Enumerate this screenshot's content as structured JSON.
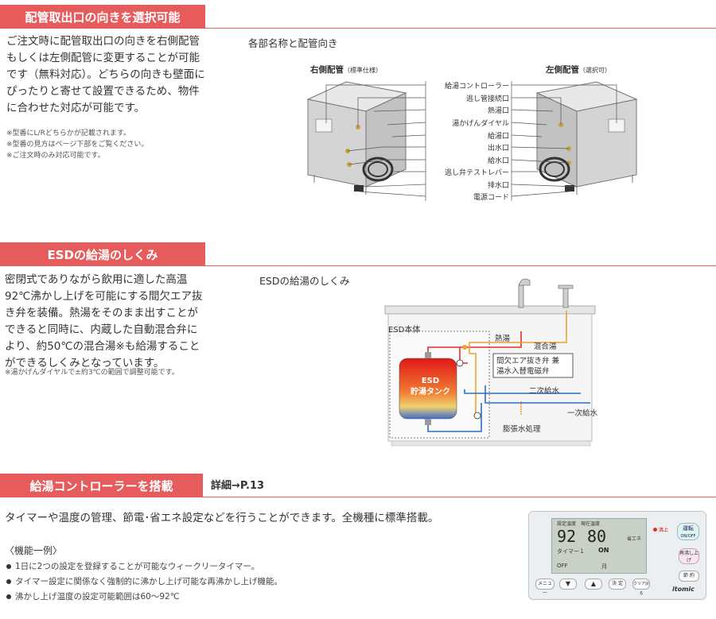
{
  "sections": {
    "piping": {
      "title": "配管取出口の向きを選択可能",
      "body": "ご注文時に配管取出口の向きを右側配管もしくは左側配管に変更することが可能です（無料対応）。どちらの向きも壁面にぴったりと寄せて設置できるため、物件に合わせた対応が可能です。",
      "notes": [
        "※型番にL/Rどちらかが記載されます。",
        "※型番の見方はページ下部をご覧ください。",
        "※ご注文時のみ対応可能です。"
      ],
      "diagram_title": "各部名称と配管向き",
      "right_label": "右側配管",
      "right_sub": "（標準仕様）",
      "left_label": "左側配管",
      "left_sub": "（選択可）",
      "parts": [
        "給湯コントローラー",
        "逃し管接続口",
        "熱湯口",
        "湯かげんダイヤル",
        "給湯口",
        "出水口",
        "給水口",
        "逃し弁テストレバー",
        "排水口",
        "電源コード"
      ]
    },
    "esd": {
      "title": "ESDの給湯のしくみ",
      "body": "密閉式でありながら飲用に適した高温92℃沸かし上げを可能にする間欠エア抜き弁を装備。熱湯をそのまま出すことができると同時に、内蔵した自動混合弁により、約50℃の混合湯※も給湯することができるしくみとなっています。",
      "note": "※湯かげんダイヤルで±約3℃の範囲で調整可能です。",
      "diagram_title": "ESDの給湯のしくみ",
      "body_label": "ESD本体",
      "tank_line1": "ESD",
      "tank_line2": "貯湯タンク",
      "hot": "熱湯",
      "mixed": "混合湯",
      "valve_line1": "間欠エア抜き弁 兼",
      "valve_line2": "湯水入替電磁弁",
      "secondary": "二次給水",
      "primary": "一次給水",
      "expansion": "膨張水処理"
    },
    "controller": {
      "title": "給湯コントローラーを搭載",
      "detail": "詳細→P.13",
      "body": "タイマーや温度の管理、節電･省エネ設定などを行うことができます。全機種に標準搭載。",
      "features_title": "〈機能一例〉",
      "features": [
        "1日に2つの設定を登録することが可能なウィークリータイマー。",
        "タイマー設定に関係なく強制的に沸かし上げ可能な再沸かし上げ機能。",
        "沸かし上げ温度の設定可能範囲は60～92℃"
      ]
    }
  },
  "panel": {
    "set_temp_label": "設定温度",
    "cur_temp_label": "現在温度",
    "set_temp": "92",
    "cur_temp": "80",
    "eco": "省エネ",
    "timer_label": "タイマー１",
    "timer_state": "ON",
    "off_label": "OFF",
    "day_label": "月",
    "run_label": "運転",
    "run_sub": "ON/OFF",
    "reheat_label": "再沸し上げ",
    "lamp_label": "沸上",
    "sleep_label": "節 約",
    "btn_menu": "メニュー",
    "btn_set": "決 定",
    "btn_clear": "クリア戻る",
    "brand": "itomic"
  },
  "colors": {
    "accent": "#e65c5c",
    "hot_line": "#e03030",
    "mix_line": "#f0a030",
    "cold_line": "#2a6cc8"
  }
}
